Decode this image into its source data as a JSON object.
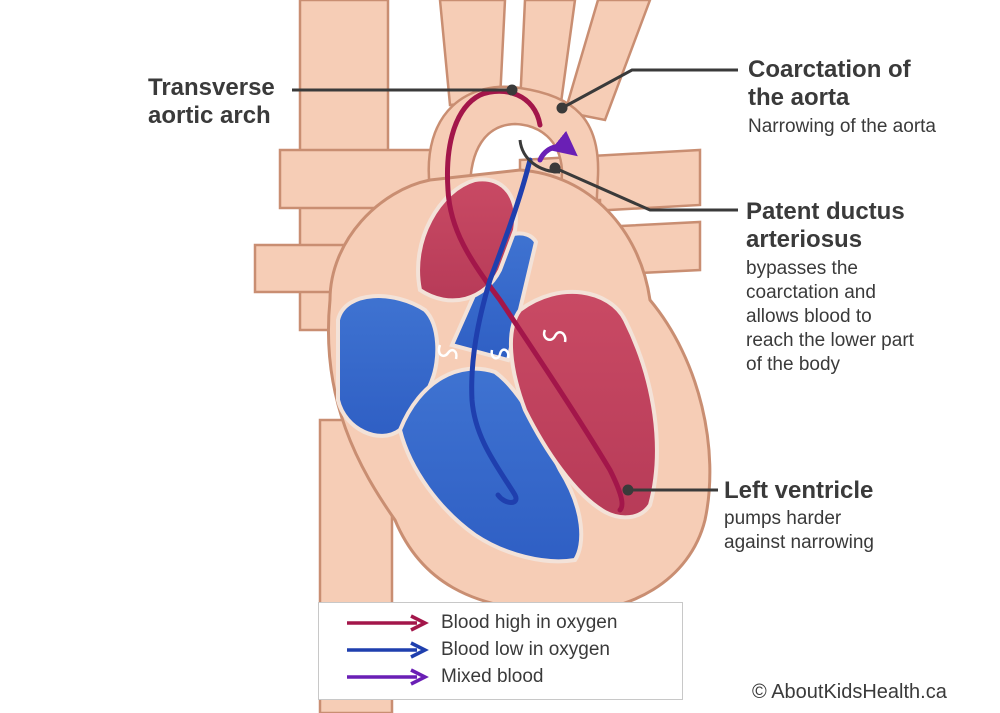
{
  "labels": {
    "transverse_arch": {
      "title": "Transverse\naortic arch"
    },
    "coarctation": {
      "title": "Coarctation of\nthe aorta",
      "desc": "Narrowing of the aorta"
    },
    "pda": {
      "title": "Patent ductus\narteriosus",
      "desc": "bypasses the\ncoarctation and\nallows blood to\nreach the lower part\nof the body"
    },
    "left_ventricle": {
      "title": "Left ventricle",
      "desc": "pumps harder\nagainst narrowing"
    }
  },
  "legend": {
    "items": [
      {
        "label": "Blood high in oxygen",
        "color": "#a3164a"
      },
      {
        "label": "Blood low in oxygen",
        "color": "#1f3fae"
      },
      {
        "label": "Mixed blood",
        "color": "#6a1fb5"
      }
    ]
  },
  "copyright": "© AboutKidsHealth.ca",
  "colors": {
    "vessel": "#f6cdb6",
    "vessel_outline": "#c98e72",
    "oxygenated": "#c94a64",
    "deoxygenated": "#3f73d1",
    "leader": "#3a3a3a"
  }
}
